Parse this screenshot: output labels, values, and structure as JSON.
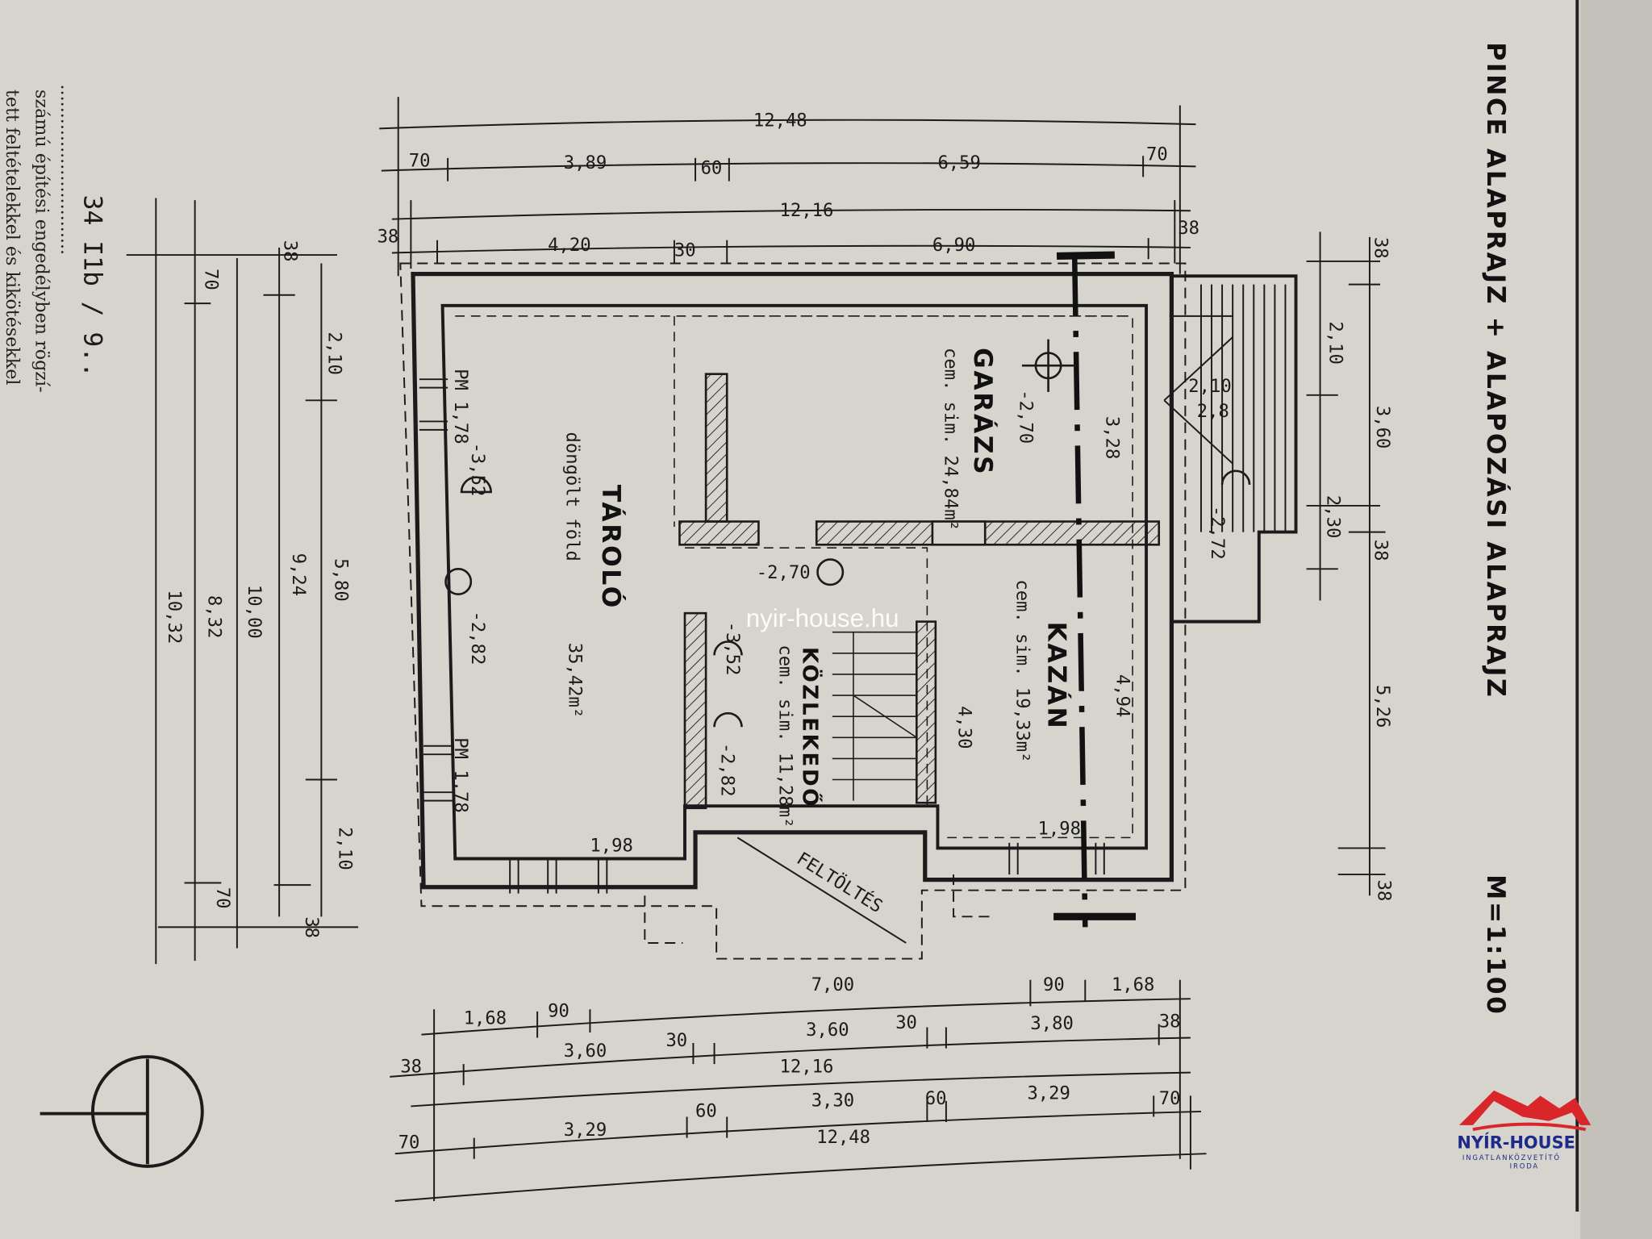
{
  "title": "PINCE ALAPRAJZ + ALAPOZÁSI ALAPRAJZ",
  "scale": "M=1:100",
  "watermark": "nyir-house.hu",
  "logo": {
    "name": "NYÍR-HOUSE",
    "subtitle": "INGATLANKÖZVETÍTŐ",
    "subtitle2": "IRODA",
    "roof_color": "#d8262b",
    "text_color": "#1d2a8a"
  },
  "permit": {
    "dots": "..............................",
    "handwritten": "34 I1b / 9..",
    "line1": "számú építési engedélyben rögzí-",
    "line2": "tett feltételekkel és kikötésekkel"
  },
  "rooms": [
    {
      "name": "GARÁZS",
      "floor": "cem. sim. 24,84m²"
    },
    {
      "name": "TÁROLÓ",
      "floor": "döngölt föld",
      "area": "35,42m²"
    },
    {
      "name": "KÖZLEKEDŐ",
      "floor": "cem. sim. 11,28m²"
    },
    {
      "name": "KAZÁN",
      "floor": "cem. sim. 19,33m²"
    }
  ],
  "levels": [
    "-2,70",
    "-3,52",
    "-2,82",
    "-3,52",
    "-2,82",
    "-2,72",
    "-2,70"
  ],
  "fill_label": "FELTÖLTÉS",
  "dims": {
    "top": [
      "12,48",
      "70",
      "3,89",
      "60",
      "6,59",
      "70",
      "12,16",
      "38",
      "4,20",
      "30",
      "6,90",
      "38"
    ],
    "bottom": [
      "7,00",
      "1,68",
      "90",
      "90",
      "1,68",
      "38",
      "3,60",
      "30",
      "3,60",
      "30",
      "3,80",
      "38",
      "12,16",
      "70",
      "3,29",
      "60",
      "3,30",
      "60",
      "3,29",
      "70",
      "12,48"
    ],
    "left": [
      "10,32",
      "8,32",
      "10,00",
      "9,24",
      "70",
      "38",
      "2,10",
      "5,80",
      "2,10",
      "70",
      "38"
    ],
    "right": [
      "38",
      "2,10",
      "3,60",
      "2,30",
      "38",
      "5,26",
      "38"
    ],
    "inner": [
      "3,28",
      "4,94",
      "4,30",
      "2,10",
      "2,8",
      "PM 1,78",
      "PM 1,78",
      "1,98",
      "1,98"
    ]
  }
}
